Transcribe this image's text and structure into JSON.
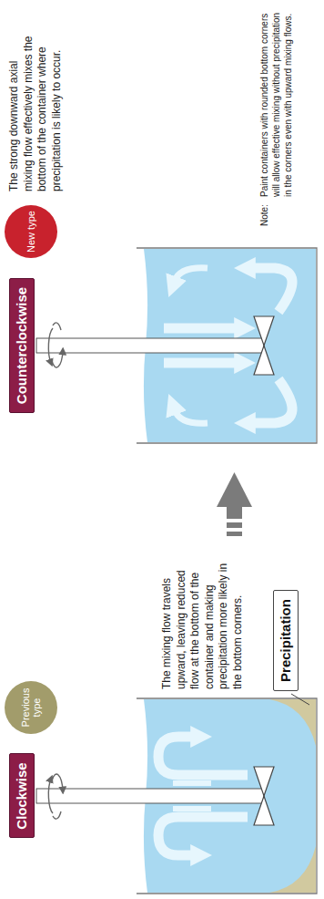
{
  "diagram": {
    "nodes": [
      {
        "text": [
          "Clockwise"
        ]
      },
      {
        "text": [
          "Previous type"
        ]
      },
      {
        "text": [
          "Precipitation"
        ]
      },
      {
        "text": [
          "Counterclockwise"
        ]
      },
      {
        "text": [
          "New type"
        ]
      }
    ],
    "labels": [
      "The mixing flow travels upward, leaving reduced flow at the bottom of the container and making precipitation more likely in the bottom corners.",
      "The strong downward axial mixing flow effectively mixes the bottom of the container where precipitation is likely to occur.",
      "Note:",
      "Paint containers with rounded bottom corners will allow effective mixing without precipitation in the corners even with upward mixing flows."
    ]
  }
}
